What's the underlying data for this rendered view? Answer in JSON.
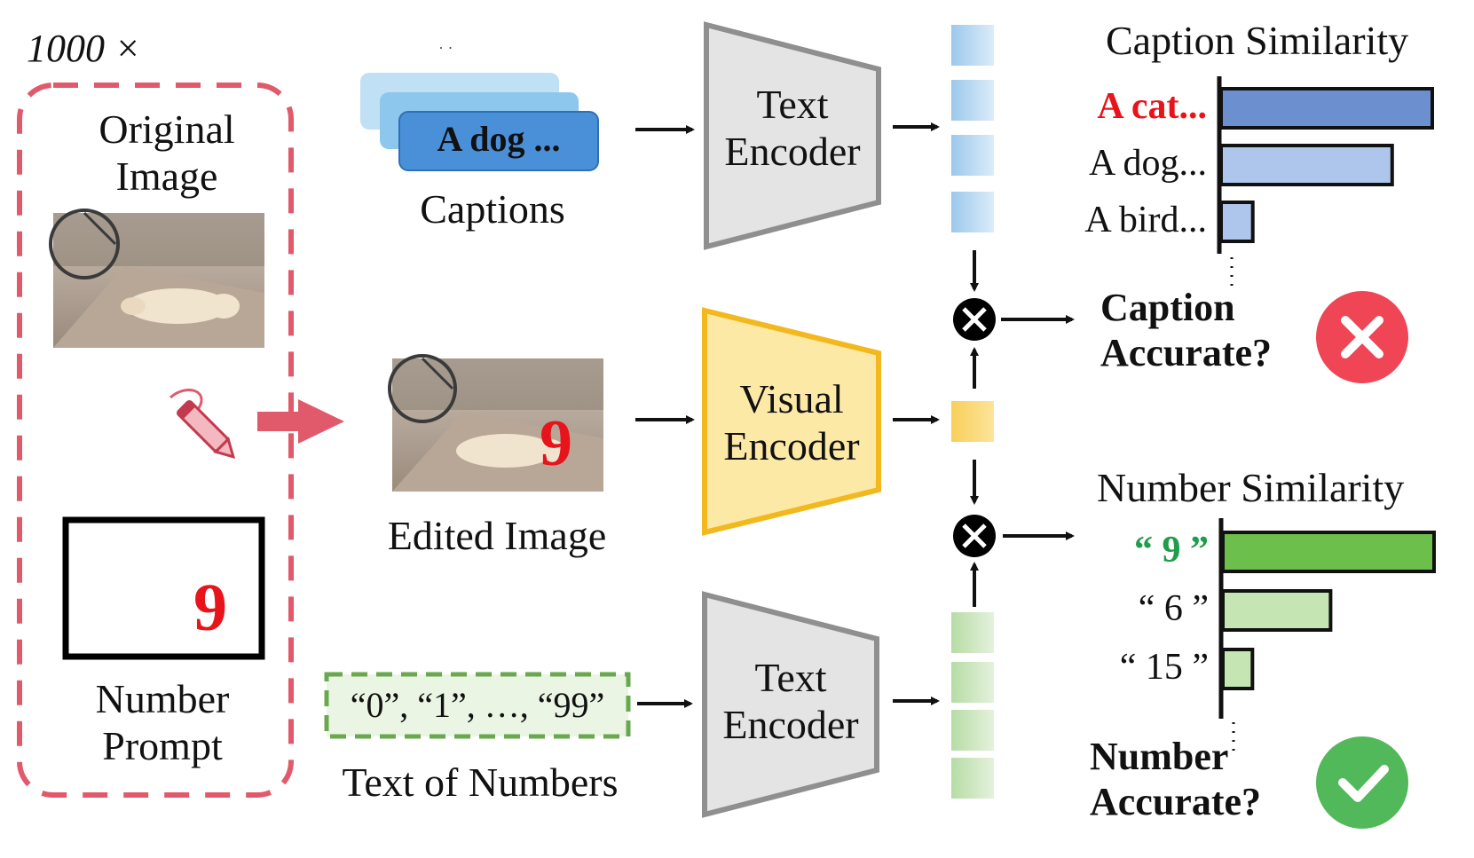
{
  "header": {
    "multiplier": "1000 ×"
  },
  "left_panel": {
    "original_image_label_line1": "Original",
    "original_image_label_line2": "Image",
    "number_prompt_digit": "9",
    "number_prompt_label_line1": "Number",
    "number_prompt_label_line2": "Prompt"
  },
  "captions": {
    "ellipsis": "· ·",
    "front_card_text": "A dog ...",
    "label": "Captions"
  },
  "edited": {
    "overlay_digit": "9",
    "label": "Edited Image"
  },
  "numbers_text": {
    "box_text": "“0”, “1”, …, “99”",
    "label": "Text of Numbers"
  },
  "encoders": {
    "text_top_line1": "Text",
    "text_top_line2": "Encoder",
    "visual_line1": "Visual",
    "visual_line2": "Encoder",
    "text_bottom_line1": "Text",
    "text_bottom_line2": "Encoder"
  },
  "caption_similarity": {
    "title": "Caption Similarity",
    "items": [
      {
        "label": "A cat...",
        "value": 1.0,
        "highlight": true
      },
      {
        "label": "A dog...",
        "value": 0.81,
        "highlight": false
      },
      {
        "label": "A bird...",
        "value": 0.15,
        "highlight": false
      }
    ],
    "question_line1": "Caption",
    "question_line2": "Accurate?",
    "result": "wrong"
  },
  "number_similarity": {
    "title": "Number Similarity",
    "items": [
      {
        "label": "“ 9 ”",
        "value": 1.0,
        "highlight": true
      },
      {
        "label": "“ 6 ”",
        "value": 0.51,
        "highlight": false
      },
      {
        "label": "“ 15 ”",
        "value": 0.14,
        "highlight": false
      }
    ],
    "question_line1": "Number",
    "question_line2": "Accurate?",
    "result": "correct"
  },
  "colors": {
    "dashed_red": "#e05a6c",
    "arrow_red": "#e05a6c",
    "highlight_red": "#e8141c",
    "digit_red": "#e8141c",
    "highlight_green": "#1f9d4a",
    "card_back": "#bfe0f5",
    "card_mid": "#8ec7ee",
    "card_front": "#4a90d9",
    "encoder_gray_fill": "#e4e4e4",
    "encoder_gray_stroke": "#8f8f8f",
    "encoder_yellow_fill": "#fde9a6",
    "encoder_yellow_stroke": "#f2b81d",
    "caption_bar_top": "#6b8fcf",
    "caption_bar_other": "#aec5ec",
    "number_bar_top": "#6bbf4a",
    "number_bar_other": "#c5e6b3",
    "green_box_fill": "#eaf5e3",
    "green_box_stroke": "#6aa84f",
    "wrong_badge": "#ef4555",
    "correct_badge": "#52b95a"
  },
  "icons": {
    "pencil": "pencil-icon",
    "multiply": "multiply-circle-icon",
    "wrong": "x-circle-icon",
    "correct": "check-circle-icon"
  }
}
